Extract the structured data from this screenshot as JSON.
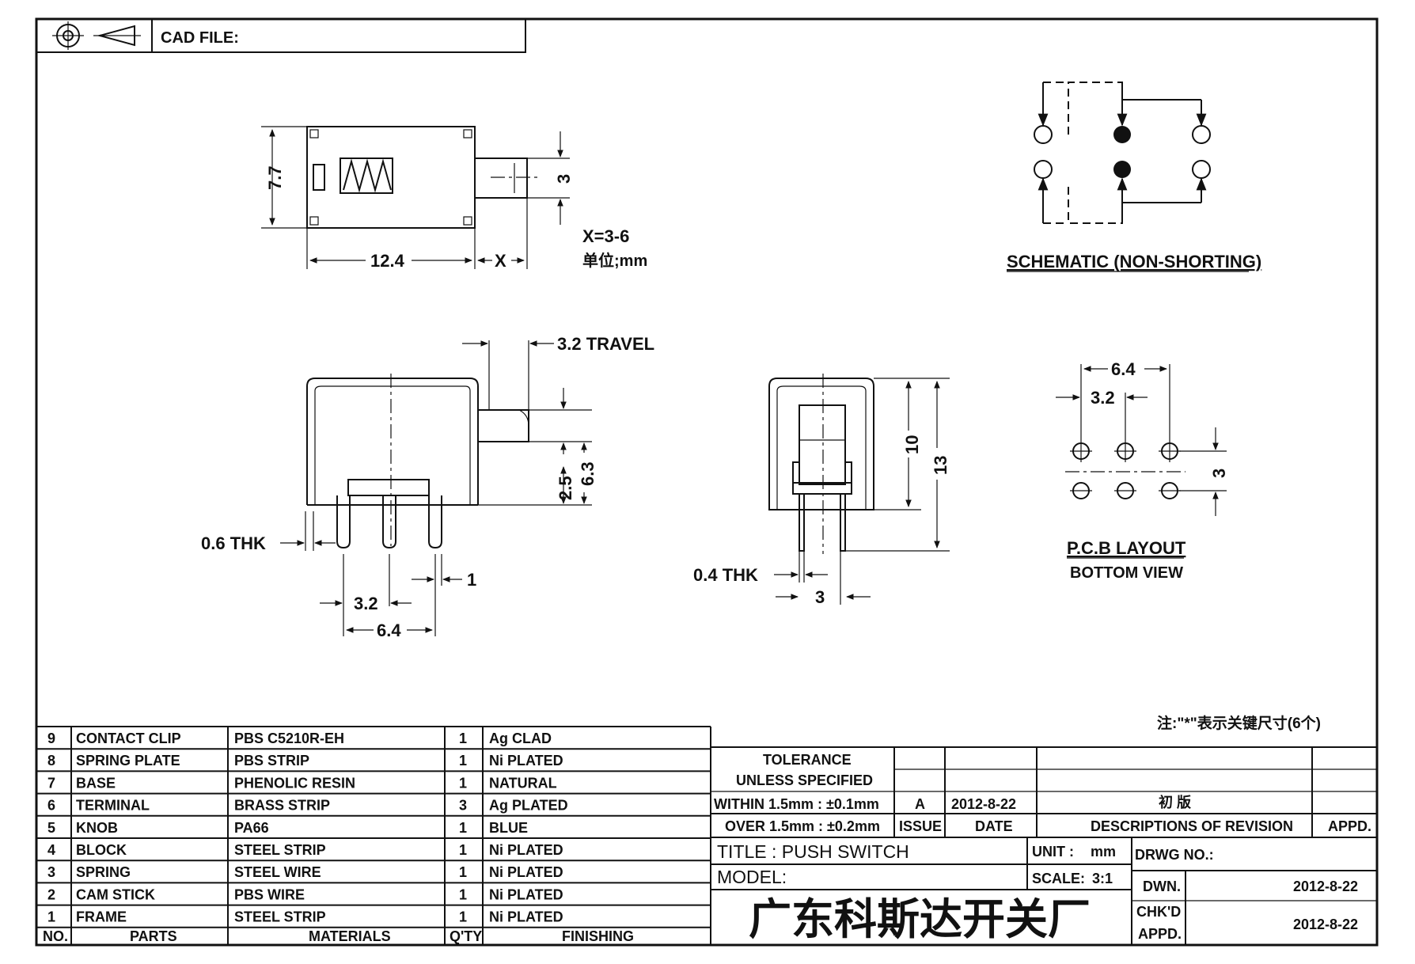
{
  "header": {
    "cad_file_label": "CAD FILE:",
    "cad_file_value": ""
  },
  "top_view": {
    "height_dim": "7.7",
    "length_dim": "12.4",
    "plunger_ext_dim": "X",
    "plunger_dia_dim": "3",
    "x_range_note": "X=3-6",
    "unit_note": "单位;mm"
  },
  "schematic": {
    "caption": "SCHEMATIC (NON-SHORTING)"
  },
  "side_view": {
    "travel_dim": "3.2 TRAVEL",
    "dim_2_5": "2.5",
    "dim_6_3": "6.3",
    "thk": "0.6 THK",
    "pitch": "3.2",
    "span": "6.4",
    "dim_1": "1"
  },
  "end_view": {
    "dim_10": "10",
    "dim_13": "13",
    "thk": "0.4 THK",
    "dim_3": "3"
  },
  "pcb_layout": {
    "span": "6.4",
    "pitch": "3.2",
    "row_pitch": "3",
    "caption": "P.C.B LAYOUT",
    "subcaption": "BOTTOM VIEW"
  },
  "note": "注:\"*\"表示关键尺寸(6个)",
  "bom": {
    "headers": [
      "NO.",
      "PARTS",
      "MATERIALS",
      "Q'TY",
      "FINISHING"
    ],
    "rows": [
      {
        "no": "9",
        "part": "CONTACT CLIP",
        "material": "PBS C5210R-EH",
        "qty": "1",
        "finish": "Ag CLAD"
      },
      {
        "no": "8",
        "part": "SPRING PLATE",
        "material": "PBS STRIP",
        "qty": "1",
        "finish": "Ni PLATED"
      },
      {
        "no": "7",
        "part": "BASE",
        "material": "PHENOLIC RESIN",
        "qty": "1",
        "finish": "NATURAL"
      },
      {
        "no": "6",
        "part": "TERMINAL",
        "material": "BRASS STRIP",
        "qty": "3",
        "finish": "Ag PLATED"
      },
      {
        "no": "5",
        "part": "KNOB",
        "material": "PA66",
        "qty": "1",
        "finish": "BLUE"
      },
      {
        "no": "4",
        "part": "BLOCK",
        "material": "STEEL STRIP",
        "qty": "1",
        "finish": "Ni PLATED"
      },
      {
        "no": "3",
        "part": "SPRING",
        "material": "STEEL WIRE",
        "qty": "1",
        "finish": "Ni PLATED"
      },
      {
        "no": "2",
        "part": "CAM STICK",
        "material": "PBS WIRE",
        "qty": "1",
        "finish": "Ni PLATED"
      },
      {
        "no": "1",
        "part": "FRAME",
        "material": "STEEL STRIP",
        "qty": "1",
        "finish": "Ni PLATED"
      }
    ]
  },
  "title_block": {
    "tolerance": "TOLERANCE",
    "unless": "UNLESS SPECIFIED",
    "within": "WITHIN 1.5mm : ±0.1mm",
    "over": "OVER 1.5mm : ±0.2mm",
    "issue_value": "A",
    "date_value": "2012-8-22",
    "revision_desc_value": "初 版",
    "issue_label": "ISSUE",
    "date_label": "DATE",
    "desc_label": "DESCRIPTIONS OF REVISION",
    "appd_label": "APPD.",
    "title_label": "TITLE : PUSH SWITCH",
    "unit_label": "UNIT :",
    "unit_value": "mm",
    "drwg_label": "DRWG NO.:",
    "model_label": "MODEL:",
    "scale_label": "SCALE:",
    "scale_value": "3:1",
    "dwn_label": "DWN.",
    "dwn_date": "2012-8-22",
    "chkd_label": "CHK'D",
    "appd2_label": "APPD.",
    "chk_date": "2012-8-22",
    "company": "广东科斯达开关厂"
  }
}
